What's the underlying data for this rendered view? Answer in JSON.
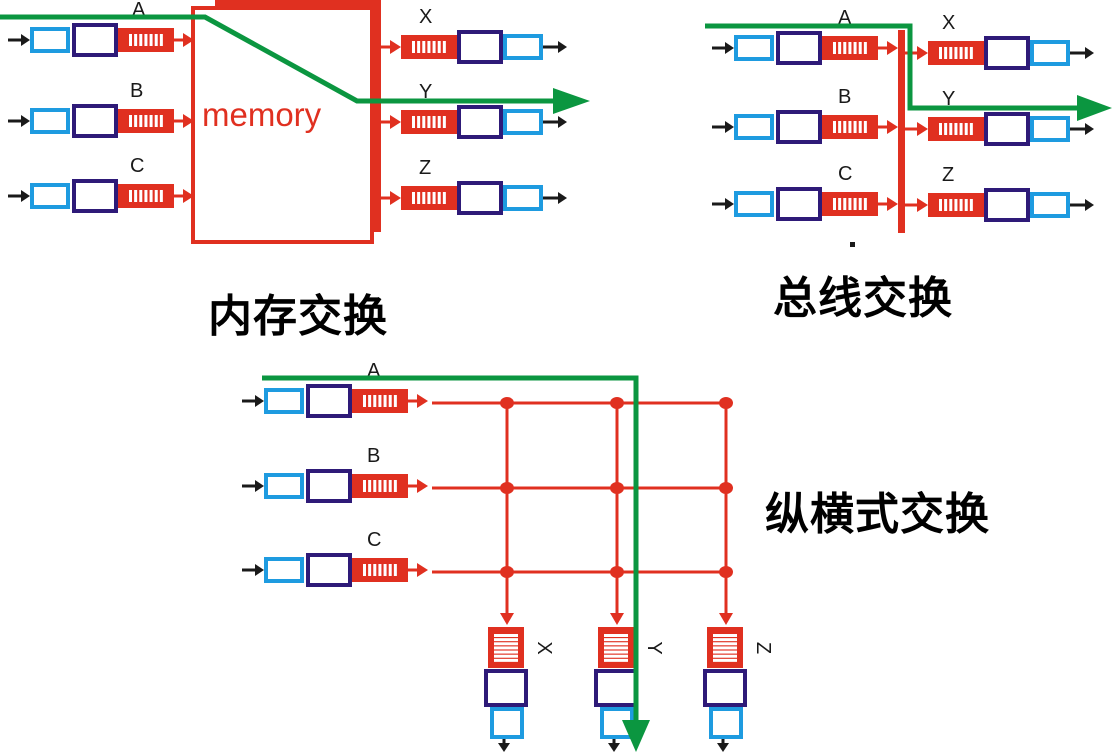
{
  "colors": {
    "switch_red": "#e03020",
    "path_green": "#0b9640",
    "port_purple": "#2e1a78",
    "line_card_blue": "#1e9be0",
    "arrow_black": "#1a1a1a"
  },
  "panels": {
    "memory": {
      "caption": "内存交换",
      "fabric_label": "memory",
      "inputs": [
        "A",
        "B",
        "C"
      ],
      "outputs": [
        "X",
        "Y",
        "Z"
      ],
      "highlighted_path": {
        "from": "A",
        "to": "Y"
      }
    },
    "bus": {
      "caption": "总线交换",
      "inputs": [
        "A",
        "B",
        "C"
      ],
      "outputs": [
        "X",
        "Y",
        "Z"
      ],
      "highlighted_path": {
        "from": "A",
        "to": "Y"
      }
    },
    "crossbar": {
      "caption": "纵横式交换",
      "inputs": [
        "A",
        "B",
        "C"
      ],
      "outputs": [
        "X",
        "Y",
        "Z"
      ],
      "highlighted_path": {
        "from": "A",
        "to": "Y"
      }
    }
  }
}
